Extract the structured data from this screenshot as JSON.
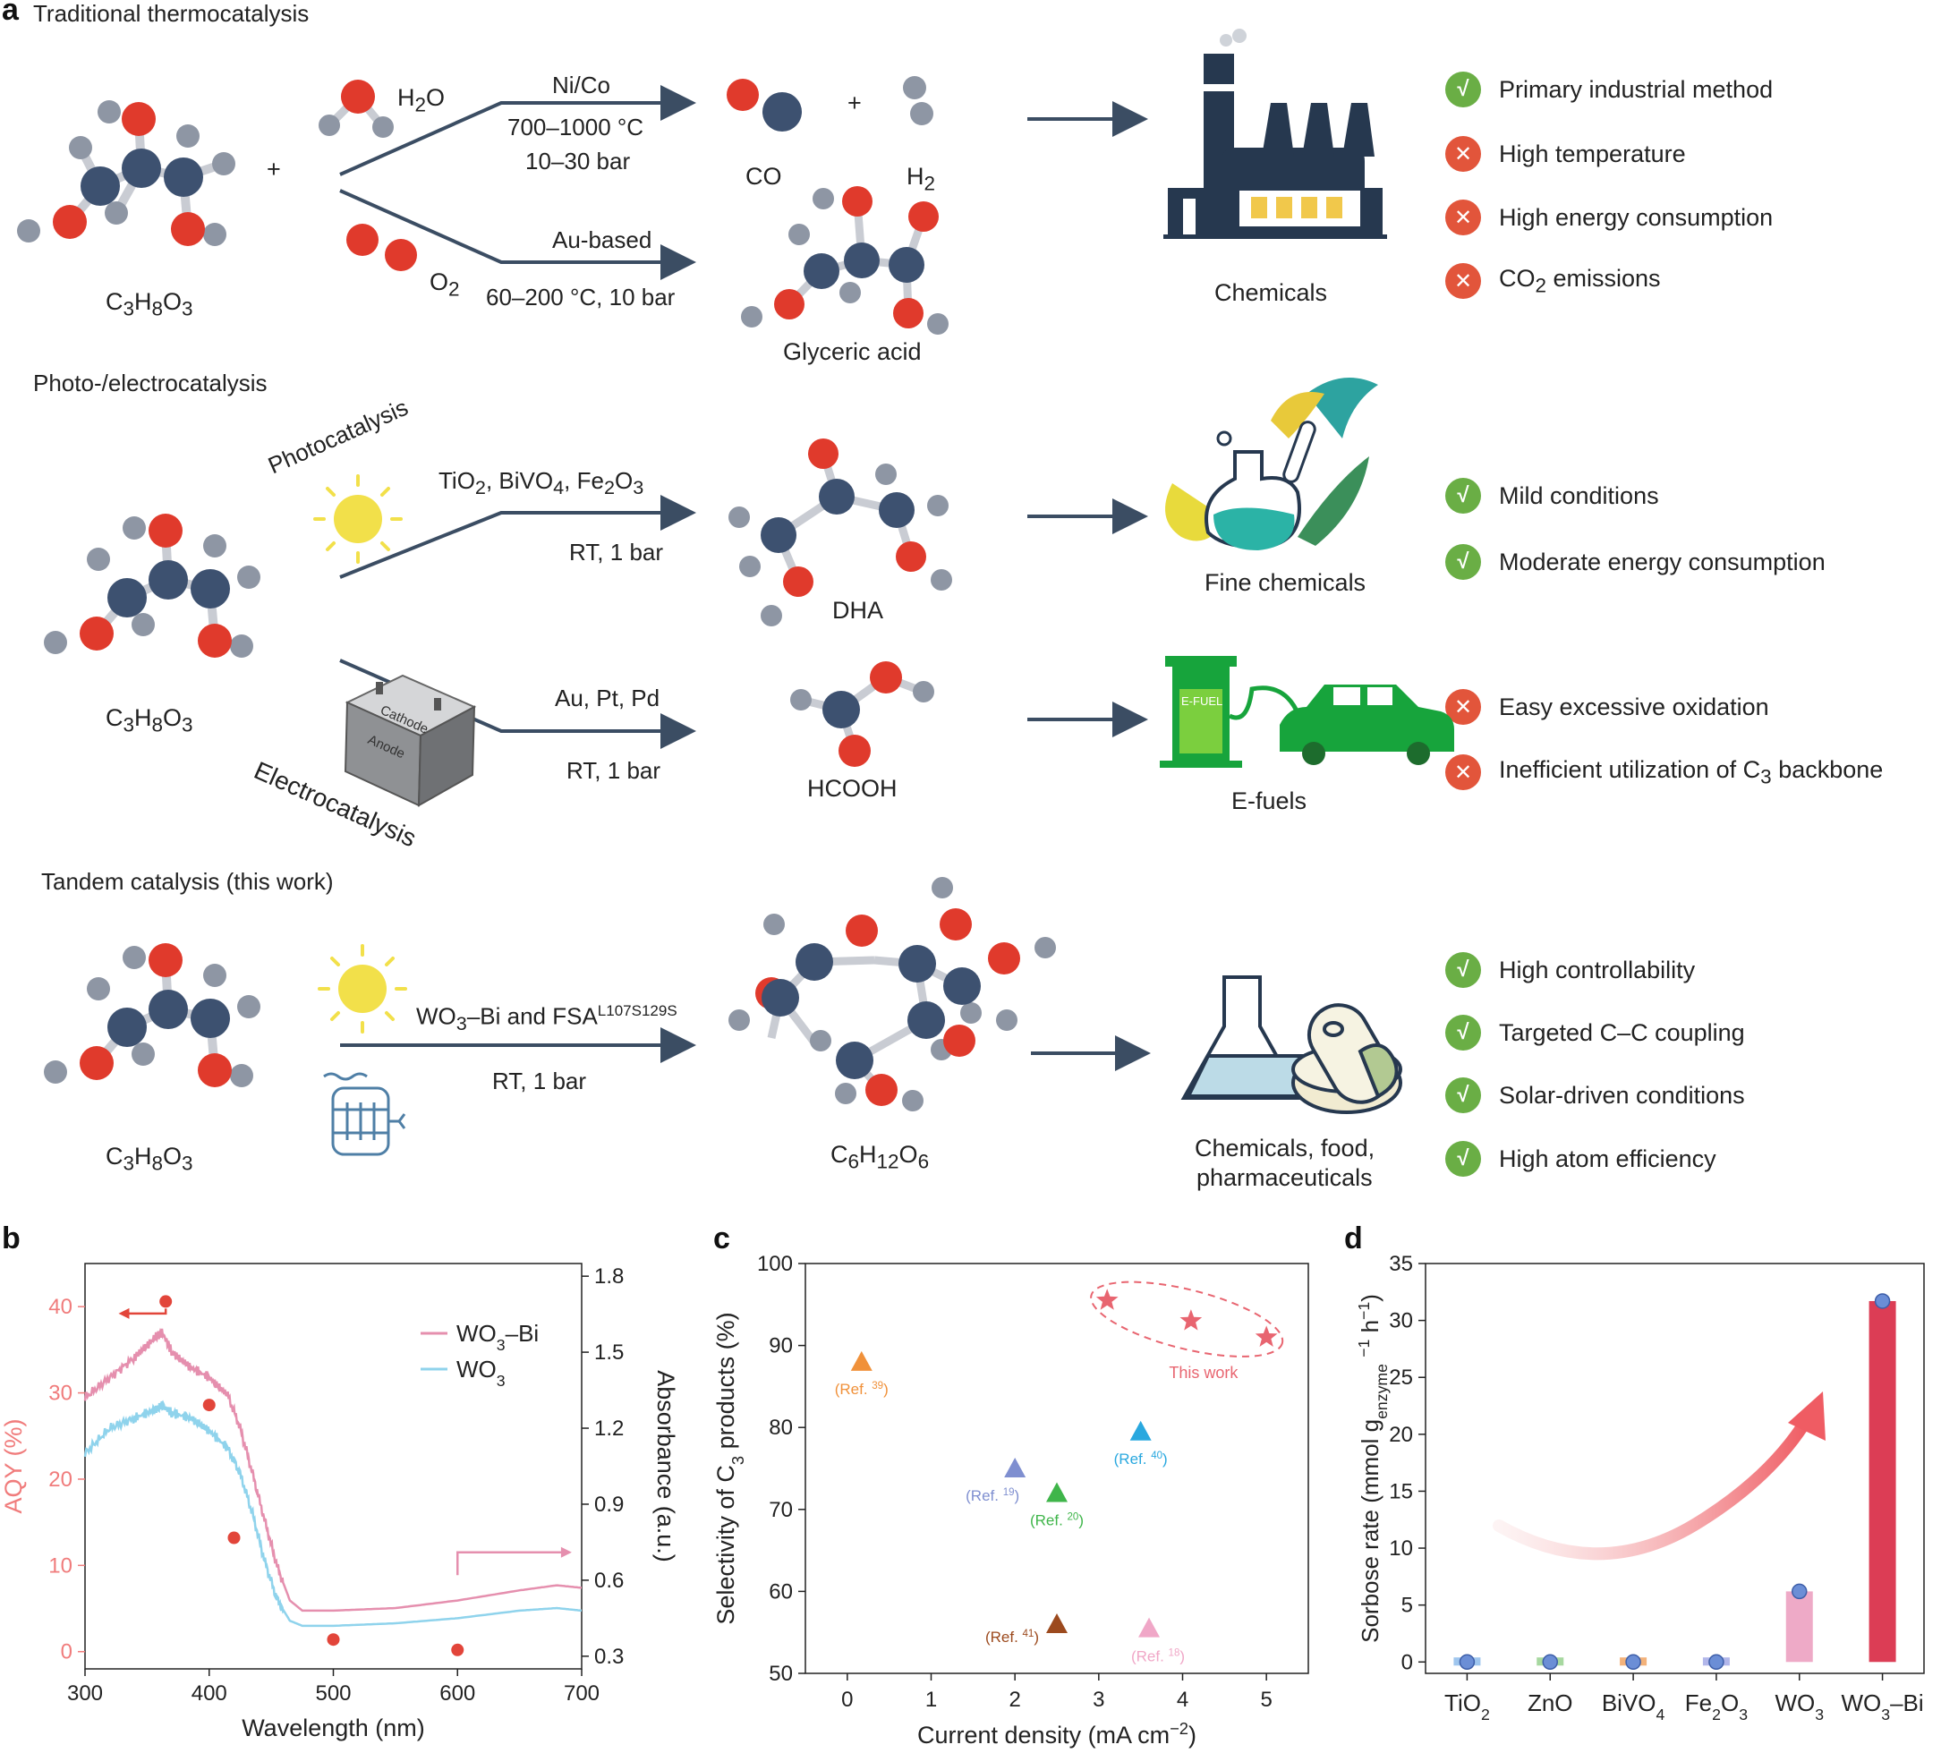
{
  "panel_a": {
    "letter": "a",
    "rows": {
      "thermo": {
        "title": "Traditional thermocatalysis",
        "reactant": "C3H8O3",
        "plus": "+",
        "co_reactant_1": "H2O",
        "co_reactant_2": "O2",
        "route1_catalyst": "Ni/Co",
        "route1_cond1": "700–1000 °C",
        "route1_cond2": "10–30 bar",
        "route2_catalyst": "Au-based",
        "route2_cond": "60–200 °C, 10 bar",
        "product_1a": "CO",
        "product_plus": "+",
        "product_1b": "H2",
        "product_2": "Glyceric acid",
        "application": "Chemicals",
        "features": [
          {
            "ok": true,
            "text": "Primary industrial method"
          },
          {
            "ok": false,
            "text": "High temperature"
          },
          {
            "ok": false,
            "text": "High energy consumption"
          },
          {
            "ok": false,
            "text": "CO2 emissions"
          }
        ]
      },
      "photo": {
        "title": "Photo-/electrocatalysis",
        "reactant": "C3H8O3",
        "photo_label": "Photocatalysis",
        "electro_label": "Electrocatalysis",
        "cell_cathode": "Cathode",
        "cell_anode": "Anode",
        "route1_catalyst": "TiO2, BiVO4, Fe2O3",
        "route1_cond": "RT, 1 bar",
        "route2_catalyst": "Au, Pt, Pd",
        "route2_cond": "RT, 1 bar",
        "product_1": "DHA",
        "product_2": "HCOOH",
        "application_1": "Fine chemicals",
        "application_2": "E-fuels",
        "pump_label": "E-FUEL",
        "features_1": [
          {
            "ok": true,
            "text": "Mild conditions"
          },
          {
            "ok": true,
            "text": "Moderate energy consumption"
          }
        ],
        "features_2": [
          {
            "ok": false,
            "text": "Easy excessive oxidation"
          },
          {
            "ok": false,
            "text": "Inefficient utilization of C3 backbone"
          }
        ]
      },
      "tandem": {
        "title": "Tandem catalysis (this work)",
        "reactant": "C3H8O3",
        "catalyst": "WO3–Bi and FSA",
        "catalyst_sup": "L107S129S",
        "cond": "RT, 1 bar",
        "product": "C6H12O6",
        "application_line1": "Chemicals, food,",
        "application_line2": "pharmaceuticals",
        "features": [
          {
            "ok": true,
            "text": "High controllability"
          },
          {
            "ok": true,
            "text": "Targeted C–C coupling"
          },
          {
            "ok": true,
            "text": "Solar-driven conditions"
          },
          {
            "ok": true,
            "text": "High atom efficiency"
          }
        ]
      }
    },
    "colors": {
      "oxygen": "#e03a2c",
      "carbon": "#3d5170",
      "hydrogen": "#8e96a4",
      "bond": "#c9ccd3",
      "arrow": "#3b4d63",
      "sun": "#f2e04a"
    }
  },
  "chart_data": [
    {
      "panel": "b",
      "type": "line",
      "xlabel": "Wavelength (nm)",
      "ylabel_left": "AQY (%)",
      "ylabel_right": "Absorbance (a.u.)",
      "xlim": [
        300,
        700
      ],
      "ylim_left": [
        -2,
        45
      ],
      "ylim_right": [
        0.25,
        1.85
      ],
      "xticks": [
        300,
        400,
        500,
        600,
        700
      ],
      "yticks_left": [
        0,
        10,
        20,
        30,
        40
      ],
      "yticks_right": [
        "0.3",
        "0.6",
        "0.9",
        "1.2",
        "1.5",
        "1.8"
      ],
      "series": [
        {
          "name": "WO3–Bi",
          "color": "#e58fae",
          "x": [
            300,
            320,
            340,
            355,
            362,
            370,
            385,
            400,
            415,
            425,
            435,
            445,
            455,
            465,
            475,
            500,
            550,
            600,
            650,
            680,
            700
          ],
          "y": [
            1.32,
            1.4,
            1.48,
            1.55,
            1.58,
            1.5,
            1.44,
            1.4,
            1.33,
            1.2,
            1.02,
            0.83,
            0.65,
            0.52,
            0.48,
            0.48,
            0.49,
            0.52,
            0.56,
            0.58,
            0.57
          ]
        },
        {
          "name": "WO3",
          "color": "#8fd3ec",
          "x": [
            300,
            320,
            340,
            355,
            362,
            370,
            385,
            400,
            415,
            425,
            435,
            445,
            455,
            465,
            475,
            500,
            550,
            600,
            650,
            680,
            700
          ],
          "y": [
            1.1,
            1.2,
            1.24,
            1.27,
            1.29,
            1.26,
            1.24,
            1.19,
            1.12,
            1.02,
            0.86,
            0.67,
            0.52,
            0.44,
            0.42,
            0.42,
            0.43,
            0.45,
            0.48,
            0.49,
            0.48
          ]
        }
      ],
      "points": {
        "name": "AQY",
        "color": "#e2453a",
        "x": [
          365,
          400,
          420,
          500,
          600
        ],
        "y": [
          40.6,
          28.6,
          13.2,
          1.4,
          0.2
        ]
      }
    },
    {
      "panel": "c",
      "type": "scatter",
      "xlabel": "Current density (mA cm−2)",
      "ylabel": "Selectivity of C3 products (%)",
      "xlim": [
        -0.5,
        5.5
      ],
      "ylim": [
        50,
        100
      ],
      "xticks": [
        0,
        1,
        2,
        3,
        4,
        5
      ],
      "yticks": [
        50,
        60,
        70,
        80,
        90,
        100
      ],
      "points": [
        {
          "x": 0.17,
          "y": 88,
          "marker": "triangle",
          "color": "#f0913a",
          "label": "(Ref. 39)"
        },
        {
          "x": 2.0,
          "y": 75,
          "marker": "triangle",
          "color": "#7f8fd0",
          "label": "(Ref. 19)"
        },
        {
          "x": 2.5,
          "y": 72,
          "marker": "triangle",
          "color": "#3fb54a",
          "label": "(Ref. 20)"
        },
        {
          "x": 3.5,
          "y": 79.5,
          "marker": "triangle",
          "color": "#29a8df",
          "label": "(Ref. 40)"
        },
        {
          "x": 2.5,
          "y": 56,
          "marker": "triangle",
          "color": "#9c4a1e",
          "label": "(Ref. 41)"
        },
        {
          "x": 3.6,
          "y": 55.5,
          "marker": "triangle",
          "color": "#f0a7c7",
          "label": "(Ref. 18)"
        },
        {
          "x": 3.1,
          "y": 95.5,
          "marker": "star",
          "color": "#e86570",
          "label": ""
        },
        {
          "x": 4.1,
          "y": 93,
          "marker": "star",
          "color": "#e86570",
          "label": ""
        },
        {
          "x": 5.0,
          "y": 91,
          "marker": "star",
          "color": "#e86570",
          "label": ""
        }
      ],
      "annotation": "This work"
    },
    {
      "panel": "d",
      "type": "bar",
      "ylabel": "Sorbose rate (mmol genzyme−1 h−1)",
      "ylim": [
        -1,
        35
      ],
      "yticks": [
        0,
        5,
        10,
        15,
        20,
        25,
        30,
        35
      ],
      "categories": [
        "TiO2",
        "ZnO",
        "BiVO4",
        "Fe2O3",
        "WO3",
        "WO3–Bi"
      ],
      "values": [
        0,
        0,
        0,
        0,
        6.2,
        31.7
      ],
      "colors": [
        "#9fc6ee",
        "#a7d8a0",
        "#f3b27a",
        "#b2b7ea",
        "#eeaac7",
        "#dc3d55"
      ]
    }
  ],
  "panel_letters": {
    "b": "b",
    "c": "c",
    "d": "d"
  }
}
